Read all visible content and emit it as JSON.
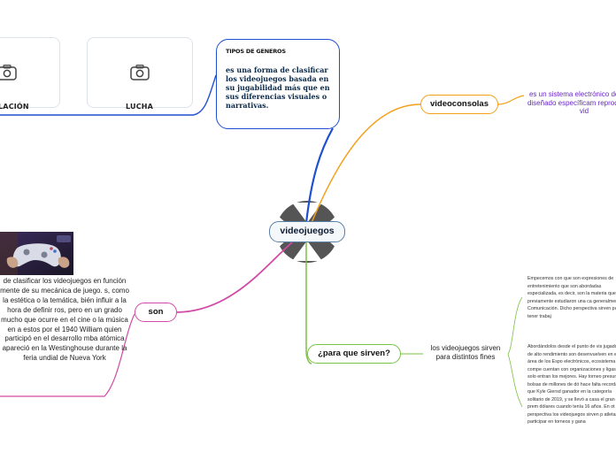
{
  "central": {
    "label": "videojuegos"
  },
  "top_cards": [
    {
      "label": "LACIÓN",
      "icon": "camera-icon"
    },
    {
      "label": "LUCHA",
      "icon": "camera-icon"
    }
  ],
  "tipos": {
    "title": "TIPOS DE GENEROS",
    "text": "es una forma de clasificar los videojuegos basada en su jugabilidad más que en sus diferencias visuales o narrativas."
  },
  "videoconsolas": {
    "label": "videoconsolas",
    "description": "es un sistema electrónico de hogar diseñado específicam reproducir los vid"
  },
  "para_que": {
    "label": "¿para que sirven?",
    "sub": "los videojuegos sirven para distintos fines",
    "text1": "Empecemos con que son expresiones de entretenimiento que son abordadas especializada, es decir, son la materia que previamente estudiaron una ca generalmente Comunicación. Dicho perspectiva sirven para tener trabaj",
    "text2": "Abordándolos desde el punto de vis jugadores de alto rendimiento son desenvuelven en el área de los Espo electrónicos, ecosistema de compe cuentan con organizaciones y ligas solo entran los mejores. Hay torneo presumen bolsas de millones de dó hace falta recordar que Kyle Giersd ganador en la categoría solitario de 2019, y se llevó a casa el gran prem dólares cuando tenía 16 años. En ot perspectiva los videojuegos sirven p atletas, participar en torneos y gana"
  },
  "son": {
    "label": "son",
    "text": "de clasificar los videojuegos en función mente de su mecánica de juego. s, como la estética o la temática, bién influir a la hora de definir ros, pero en un grado mucho que ocurre en el cine o la música en a estos por el 1940 William quien participó en el desarrollo mba atómica apareció en la Westinghouse durante la feria undial de Nueva York"
  },
  "colors": {
    "blue": "#1f4fd1",
    "orange": "#f4a01b",
    "green": "#7bc142",
    "pink": "#d04aa6",
    "purple": "#6a28c7",
    "central_border": "#5b7fa5",
    "logo": "#555555"
  }
}
